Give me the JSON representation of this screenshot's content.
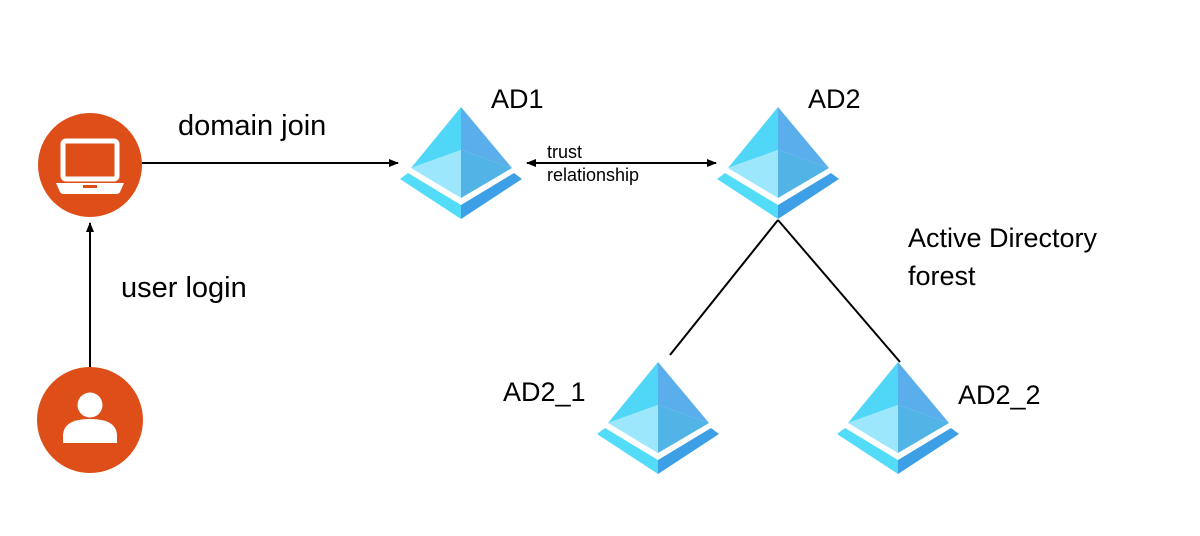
{
  "colors": {
    "endpoint_fill": "#DE4E19",
    "icon_glyph": "#FFFFFF",
    "line": "#000000",
    "pyramid_top_left": "#50D7F8",
    "pyramid_top_right": "#5AAEEC",
    "pyramid_bottom_left": "#9CE7FC",
    "pyramid_bottom_right": "#52B3E6",
    "pyramid_band_left": "#52DCF8",
    "pyramid_band_right": "#3D9FE6"
  },
  "nodes": {
    "laptop": {
      "label": "",
      "icon": "laptop-icon"
    },
    "user": {
      "label": "",
      "icon": "user-icon"
    },
    "ad1": {
      "label": "AD1",
      "icon": "active-directory-icon"
    },
    "ad2": {
      "label": "AD2",
      "icon": "active-directory-icon"
    },
    "ad2_1": {
      "label": "AD2_1",
      "icon": "active-directory-icon"
    },
    "ad2_2": {
      "label": "AD2_2",
      "icon": "active-directory-icon"
    }
  },
  "edges": {
    "domain_join": {
      "label": "domain join",
      "from": "laptop",
      "to": "ad1",
      "direction": "forward"
    },
    "user_login": {
      "label": "user login",
      "from": "user",
      "to": "laptop",
      "direction": "forward"
    },
    "trust": {
      "label_line1": "trust",
      "label_line2": "relationship",
      "from": "ad1",
      "to": "ad2",
      "direction": "both"
    },
    "tree_left": {
      "from": "ad2",
      "to": "ad2_1",
      "direction": "none"
    },
    "tree_right": {
      "from": "ad2",
      "to": "ad2_2",
      "direction": "none"
    }
  },
  "annotations": {
    "forest_line1": "Active Directory",
    "forest_line2": "forest"
  }
}
